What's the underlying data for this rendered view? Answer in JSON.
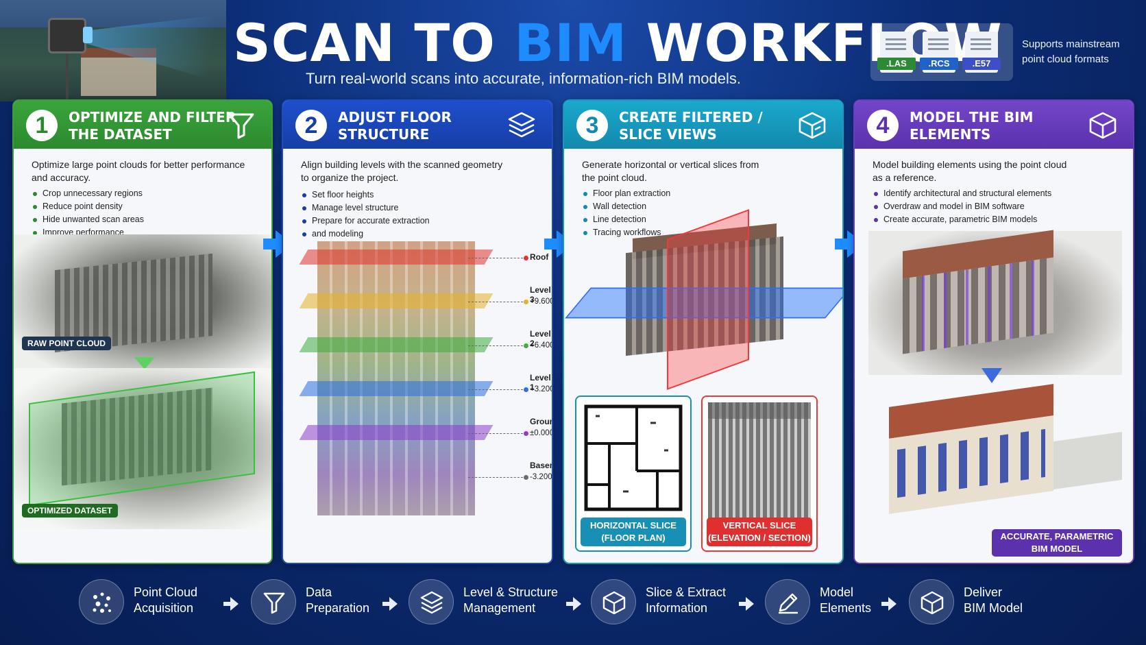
{
  "header": {
    "title_part1": "SCAN TO ",
    "title_accent": "BIM",
    "title_part2": " WORKFLOW",
    "subtitle": "Turn real-world scans into accurate, information-rich BIM models.",
    "formats": [
      ".LAS",
      ".RCS",
      ".E57"
    ],
    "formats_note_line1": "Supports mainstream",
    "formats_note_line2": "point cloud formats",
    "colors": {
      "accent": "#1e8cff",
      "las": "#2c8a34",
      "rcs": "#1f62c9",
      "e57": "#3c4fc9"
    }
  },
  "panels": [
    {
      "number": "1",
      "title_line1": "OPTIMIZE AND FILTER",
      "title_line2": "THE DATASET",
      "icon": "filter-icon",
      "desc_line1": "Optimize large point clouds for better performance",
      "desc_line2": "and accuracy.",
      "bullets": [
        "Crop unnecessary regions",
        "Reduce point density",
        "Hide unwanted scan areas",
        "Improve performance"
      ],
      "label_top": "RAW POINT CLOUD",
      "label_bottom": "OPTIMIZED DATASET",
      "color": "#2b8a2e"
    },
    {
      "number": "2",
      "title_line1": "ADJUST FLOOR",
      "title_line2": "STRUCTURE",
      "icon": "layers-icon",
      "desc_line1": "Align building levels with the scanned geometry",
      "desc_line2": "to organize the project.",
      "bullets": [
        "Set floor heights",
        "Manage level structure",
        "Prepare for accurate extraction"
      ],
      "bullet_cont": "and modeling",
      "levels": [
        {
          "name": "Roof",
          "elev": "",
          "color": "#e0342f"
        },
        {
          "name": "Level 3",
          "elev": "+9.600",
          "color": "#e8b22a"
        },
        {
          "name": "Level 2",
          "elev": "+6.400",
          "color": "#3fae3f"
        },
        {
          "name": "Level 1",
          "elev": "+3.200",
          "color": "#2f6fe0"
        },
        {
          "name": "Ground",
          "elev": "±0.000",
          "color": "#8d3fcc"
        },
        {
          "name": "Basement",
          "elev": "-3.200",
          "color": "#6c6c6c"
        }
      ],
      "color": "#163ea6"
    },
    {
      "number": "3",
      "title_line1": "CREATE FILTERED /",
      "title_line2": "SLICE VIEWS",
      "icon": "cube-slice-icon",
      "desc_line1": "Generate horizontal or vertical slices from",
      "desc_line2": "the point cloud.",
      "bullets": [
        "Floor plan extraction",
        "Wall detection",
        "Line detection",
        "Tracing workflows"
      ],
      "slice_h_line1": "HORIZONTAL SLICE",
      "slice_h_line2": "(FLOOR PLAN)",
      "slice_v_line1": "VERTICAL SLICE",
      "slice_v_line2": "(ELEVATION / SECTION)",
      "color": "#1289ad"
    },
    {
      "number": "4",
      "title_line1": "MODEL THE BIM",
      "title_line2": "ELEMENTS",
      "icon": "cube-icon",
      "desc_line1": "Model building elements using the point cloud",
      "desc_line2": "as a reference.",
      "bullets": [
        "Identify architectural and structural elements",
        "Overdraw and model in BIM software",
        "Create accurate, parametric BIM models"
      ],
      "label_line1": "ACCURATE, PARAMETRIC",
      "label_line2": "BIM MODEL",
      "color": "#5b31ad"
    }
  ],
  "steps": [
    {
      "line1": "Point Cloud",
      "line2": "Acquisition",
      "icon": "point-cloud-icon"
    },
    {
      "line1": "Data",
      "line2": "Preparation",
      "icon": "filter-icon"
    },
    {
      "line1": "Level & Structure",
      "line2": "Management",
      "icon": "layers-icon"
    },
    {
      "line1": "Slice & Extract",
      "line2": "Information",
      "icon": "cube-slice-icon"
    },
    {
      "line1": "Model",
      "line2": "Elements",
      "icon": "pencil-icon"
    },
    {
      "line1": "Deliver",
      "line2": "BIM Model",
      "icon": "cube-icon"
    }
  ]
}
